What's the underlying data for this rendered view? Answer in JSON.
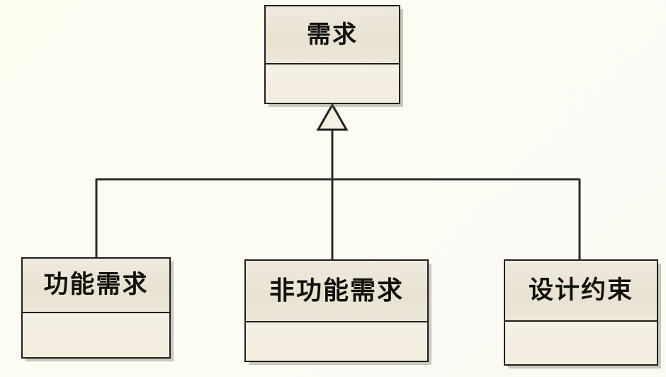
{
  "diagram": {
    "type": "uml-class-diagram",
    "relationship": "generalization",
    "background_color": "#fdfcf4",
    "box_fill_color": "#efe9dc",
    "box_border_color": "#20201c",
    "line_color": "#2b2a24",
    "parent": {
      "name": "需求",
      "attributes": []
    },
    "children": [
      {
        "name": "功能需求",
        "attributes": []
      },
      {
        "name": "非功能需求",
        "attributes": []
      },
      {
        "name": "设计约束",
        "attributes": []
      }
    ]
  }
}
